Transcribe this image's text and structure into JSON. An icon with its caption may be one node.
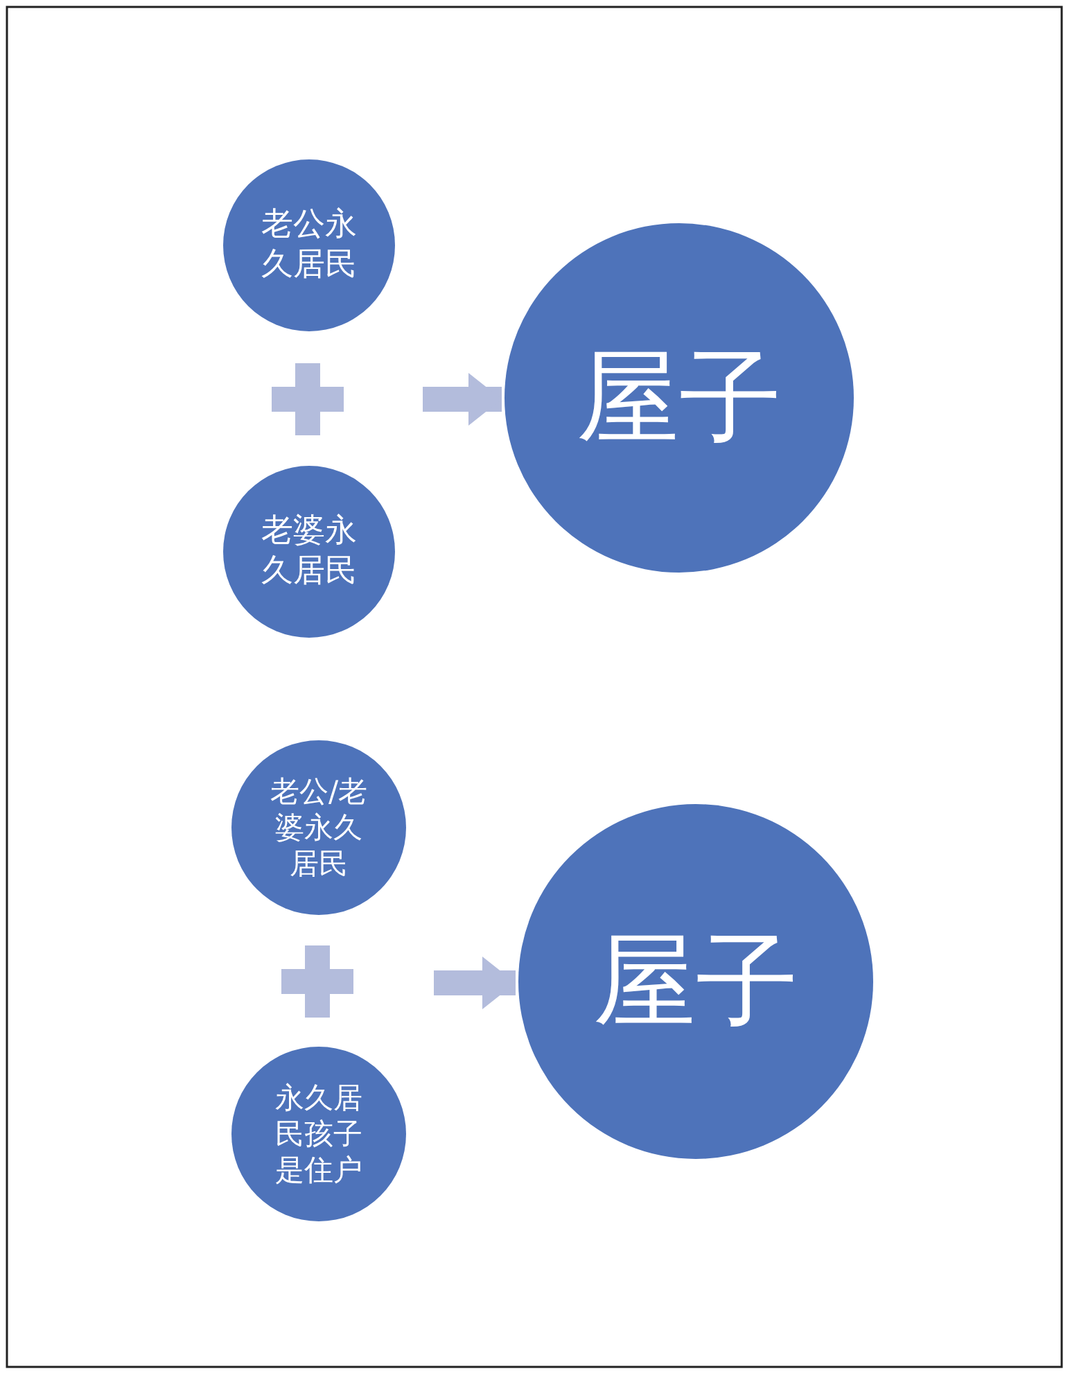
{
  "diagram": {
    "nodes": [
      {
        "text": [
          "老公永久居民"
        ]
      },
      {
        "text": [
          "老婆永久居民"
        ]
      },
      {
        "text": [
          "屋子"
        ]
      },
      {
        "text": [
          "老公/老婆永久居民"
        ]
      },
      {
        "text": [
          "永久居民孩子是住户"
        ]
      },
      {
        "text": [
          "屋子"
        ]
      }
    ],
    "edges": [
      {
        "from": null,
        "to": 2,
        "arrow": "to"
      },
      {
        "from": null,
        "to": 5,
        "arrow": "to"
      }
    ]
  }
}
